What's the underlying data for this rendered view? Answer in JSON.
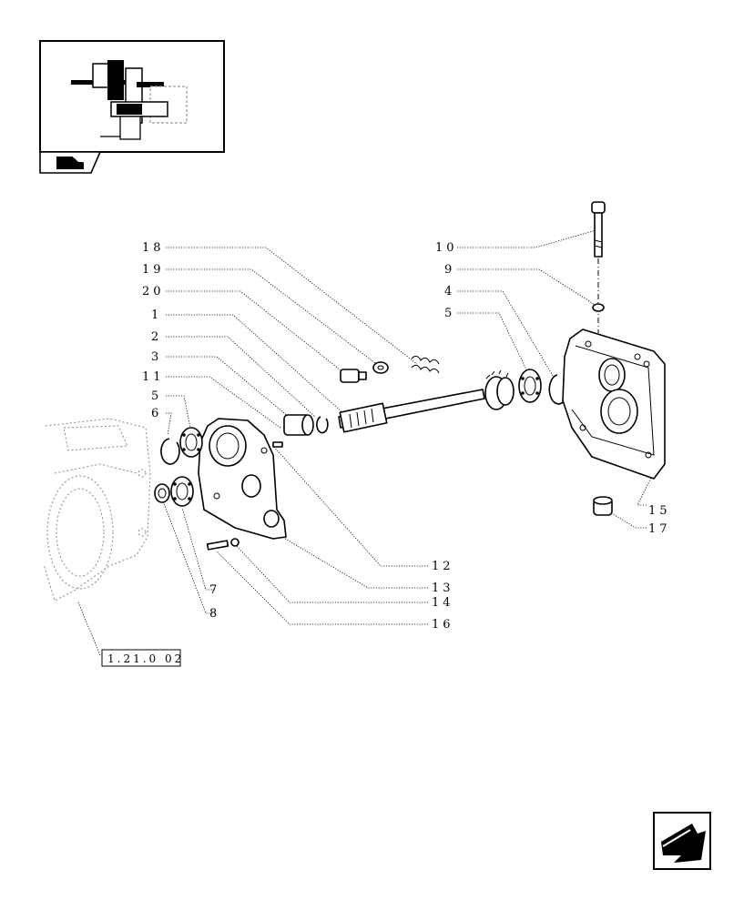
{
  "callouts": [
    {
      "id": "18",
      "text": "18"
    },
    {
      "id": "19",
      "text": "19"
    },
    {
      "id": "20",
      "text": "20"
    },
    {
      "id": "1",
      "text": "1"
    },
    {
      "id": "2",
      "text": "2"
    },
    {
      "id": "3",
      "text": "3"
    },
    {
      "id": "11",
      "text": "11"
    },
    {
      "id": "5a",
      "text": "5"
    },
    {
      "id": "6",
      "text": "6"
    },
    {
      "id": "10",
      "text": "10"
    },
    {
      "id": "9",
      "text": "9"
    },
    {
      "id": "4",
      "text": "4"
    },
    {
      "id": "5b",
      "text": "5"
    },
    {
      "id": "15",
      "text": "15"
    },
    {
      "id": "17",
      "text": "17"
    },
    {
      "id": "12",
      "text": "12"
    },
    {
      "id": "13",
      "text": "13"
    },
    {
      "id": "14",
      "text": "14"
    },
    {
      "id": "16",
      "text": "16"
    },
    {
      "id": "7",
      "text": "7"
    },
    {
      "id": "8",
      "text": "8"
    }
  ],
  "reference": {
    "text": "1.21.0 02"
  },
  "icons": {
    "thumbnail": "assembly-thumbnail-icon",
    "small_arrow": "navigation-arrow-icon",
    "big_arrow": "next-page-arrow-icon"
  }
}
